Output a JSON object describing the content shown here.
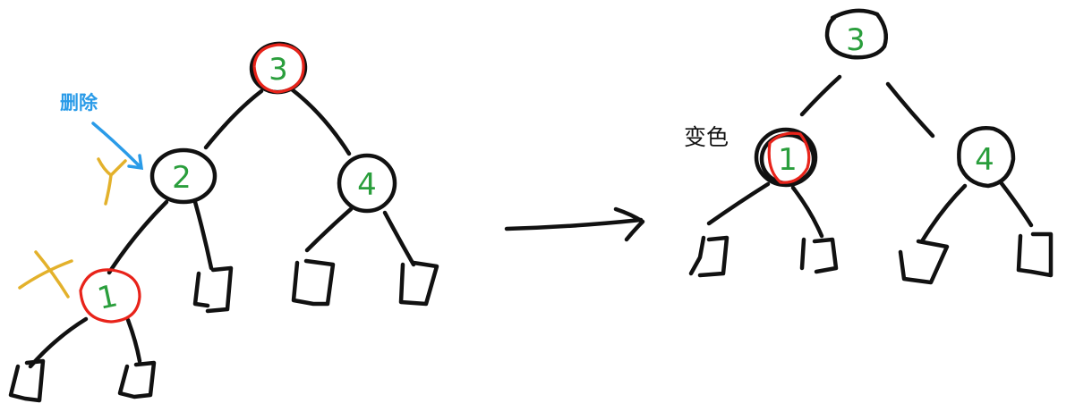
{
  "colors": {
    "ink": "#111111",
    "node_text": "#2a9e3c",
    "red_mark": "#e8231a",
    "annotation_blue": "#2a9be8",
    "annotation_yellow": "#e3b12b"
  },
  "before": {
    "nodes": [
      {
        "key": "3",
        "role": "root",
        "red": true
      },
      {
        "key": "2",
        "role": "deleted-node",
        "red": false
      },
      {
        "key": "4",
        "role": "right-child",
        "red": false
      },
      {
        "key": "1",
        "role": "replacement",
        "red": true
      }
    ],
    "delete_label": "删除",
    "y_label": "Y",
    "x_label": "X"
  },
  "after": {
    "nodes": [
      {
        "key": "3",
        "role": "root",
        "red": false
      },
      {
        "key": "1",
        "role": "recolored",
        "red": true
      },
      {
        "key": "4",
        "role": "right-child",
        "red": false
      }
    ],
    "recolor_label": "变色"
  }
}
